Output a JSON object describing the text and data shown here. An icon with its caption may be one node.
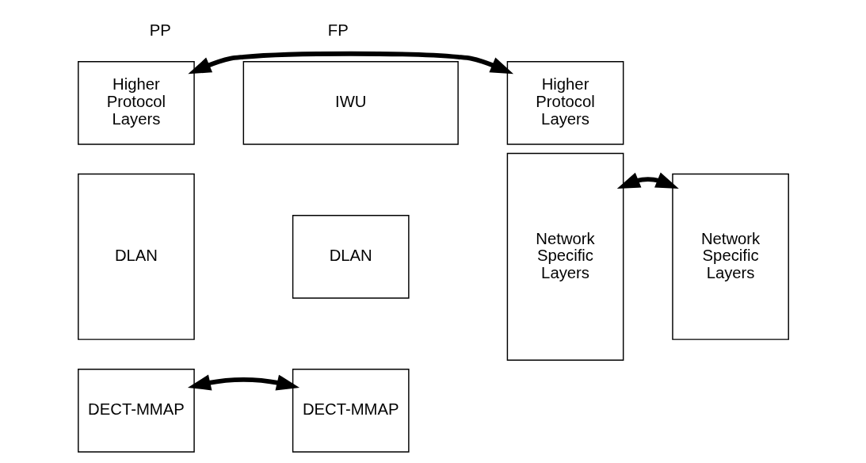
{
  "diagram": {
    "nodes": [
      {
        "text": [
          "Higher Protocol Layers"
        ]
      },
      {
        "text": [
          "DLAN"
        ]
      },
      {
        "text": [
          "DECT-MMAP"
        ]
      },
      {
        "text": [
          "IWU"
        ]
      },
      {
        "text": [
          "DLAN"
        ]
      },
      {
        "text": [
          "DECT-MMAP"
        ]
      },
      {
        "text": [
          "Network Specific Layers"
        ]
      },
      {
        "text": [
          "Higher Protocol Layers"
        ]
      },
      {
        "text": [
          "Network Specific Layers"
        ]
      }
    ],
    "edges": [
      {
        "from": 0,
        "to": 7,
        "arrow": "both"
      },
      {
        "from": 2,
        "to": 5,
        "arrow": "both"
      },
      {
        "from": 6,
        "to": 8,
        "arrow": "both"
      }
    ],
    "labels": [
      "PP",
      "FP"
    ]
  }
}
